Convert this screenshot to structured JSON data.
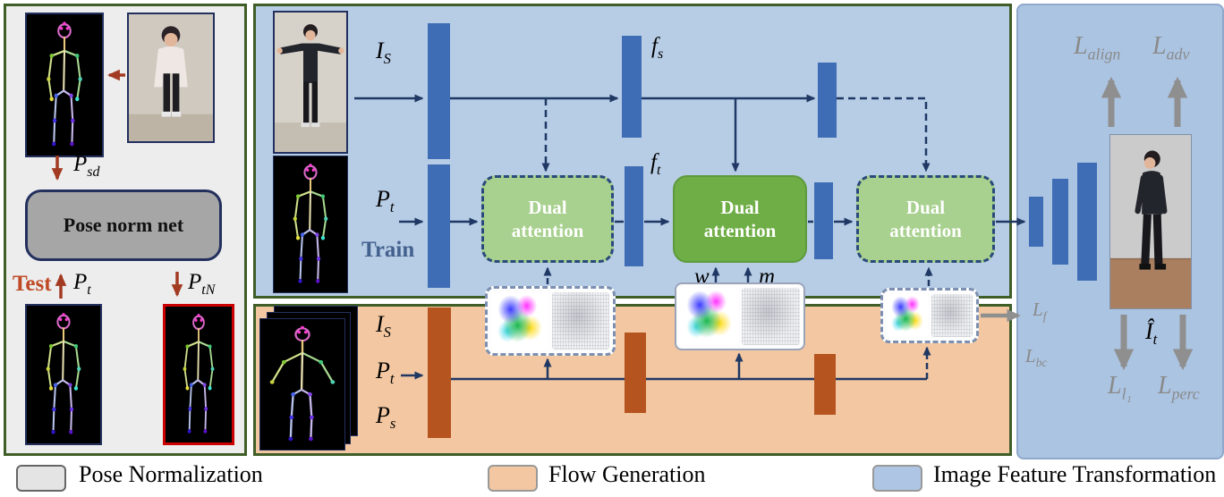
{
  "left_panel": {
    "p_sd": {
      "base": "P",
      "sub": "sd"
    },
    "pose_norm_net": "Pose norm net",
    "test": "Test",
    "p_t": {
      "base": "P",
      "sub": "t"
    },
    "p_tn": {
      "base": "P",
      "sub": "tN"
    }
  },
  "blue_section": {
    "i_s": {
      "base": "I",
      "sub": "S"
    },
    "p_t": {
      "base": "P",
      "sub": "t"
    },
    "train": "Train",
    "f_s": {
      "base": "f",
      "sub": "s"
    },
    "f_t": {
      "base": "f",
      "sub": "t"
    },
    "w": "w",
    "m": "m",
    "dual_attention_1": "Dual attention",
    "dual_attention_2": "Dual attention",
    "dual_attention_3": "Dual attention"
  },
  "orange_section": {
    "i_s": {
      "base": "I",
      "sub": "S"
    },
    "p_t": {
      "base": "P",
      "sub": "t"
    },
    "p_s": {
      "base": "P",
      "sub": "s"
    }
  },
  "right_panel": {
    "l_align": {
      "base": "L",
      "sub": "align"
    },
    "l_adv": {
      "base": "L",
      "sub": "adv"
    },
    "l_f": {
      "base": "L",
      "sub": "f"
    },
    "l_bc": {
      "base": "L",
      "sub": "bc"
    },
    "i_hat_t": {
      "base": "Î",
      "sub": "t"
    },
    "l_l1": {
      "base": "L",
      "sub": "l₁"
    },
    "l_perc": {
      "base": "L",
      "sub": "perc"
    }
  },
  "legend": {
    "items": [
      {
        "label": "Pose Normalization",
        "swatch_color": "#e4e4e4"
      },
      {
        "label": "Flow Generation",
        "swatch_color": "#f3c7a1"
      },
      {
        "label": "Image Feature Transformation",
        "swatch_color": "#aec6e4"
      }
    ]
  },
  "colors": {
    "panel_border_green": "#3f5e28",
    "blue_background": "#b7cde6",
    "orange_background": "#f3c7a1",
    "right_background": "#abc4e2",
    "blue_bar": "#3e6db5",
    "brown_bar": "#b5541f",
    "dual_attention_light_green": "#a8d08e",
    "dual_attention_dark_green": "#6fae46",
    "arrow_navy": "#1f3864",
    "arrow_red": "#a33a22",
    "loss_gray": "#8a8a8a"
  }
}
